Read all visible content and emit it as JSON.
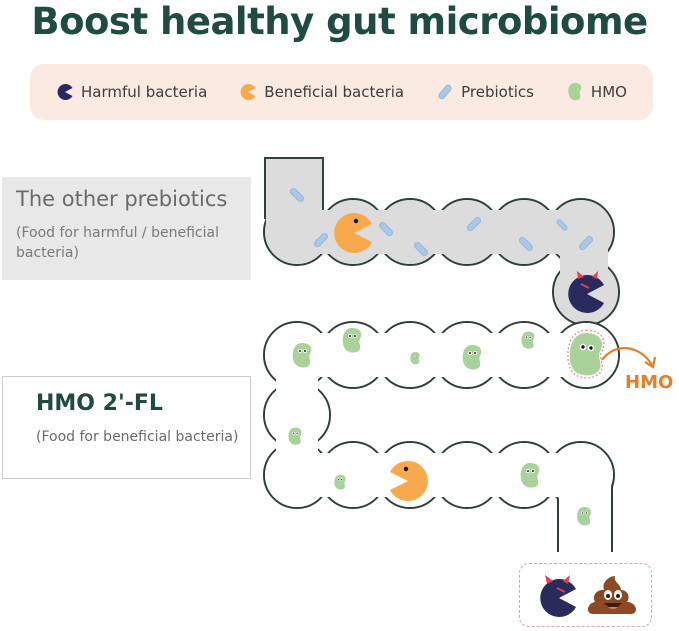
{
  "title": "Boost healthy gut microbiome",
  "legend": {
    "items": [
      {
        "icon": "harmful-bacteria-icon",
        "label": "Harmful bacteria",
        "color": "#2b2a5c"
      },
      {
        "icon": "beneficial-bacteria-icon",
        "label": "Beneficial bacteria",
        "color": "#f7a94b"
      },
      {
        "icon": "prebiotic-icon",
        "label": "Prebiotics",
        "color": "#a9c7e8"
      },
      {
        "icon": "hmo-icon",
        "label": "HMO",
        "color": "#a8d29a"
      }
    ],
    "background": "#fbeae2"
  },
  "sections": {
    "other_prebiotics": {
      "heading": "The other prebiotics",
      "subtext": "(Food for harmful / beneficial bacteria)"
    },
    "hmo": {
      "heading": "HMO 2'-FL",
      "subtext": "(Food for beneficial bacteria)"
    }
  },
  "annotations": {
    "hmo_arrow_label": "HMO"
  },
  "colors": {
    "title": "#1f4b41",
    "tube_outline": "#2f3f3a",
    "tube_fill_prebiotic": "#dcdcdc",
    "tube_fill_hmo": "#ffffff",
    "harmful": "#2b2a5c",
    "harmful_horns": "#e0404a",
    "beneficial": "#f7a94b",
    "prebiotic": "#a9c7e8",
    "hmo": "#a8d29a",
    "arrow": "#e87d24",
    "exit_border": "#e3a0a8"
  },
  "exit_contents": [
    "harmful-bacteria-icon",
    "poop-emoji-icon"
  ]
}
